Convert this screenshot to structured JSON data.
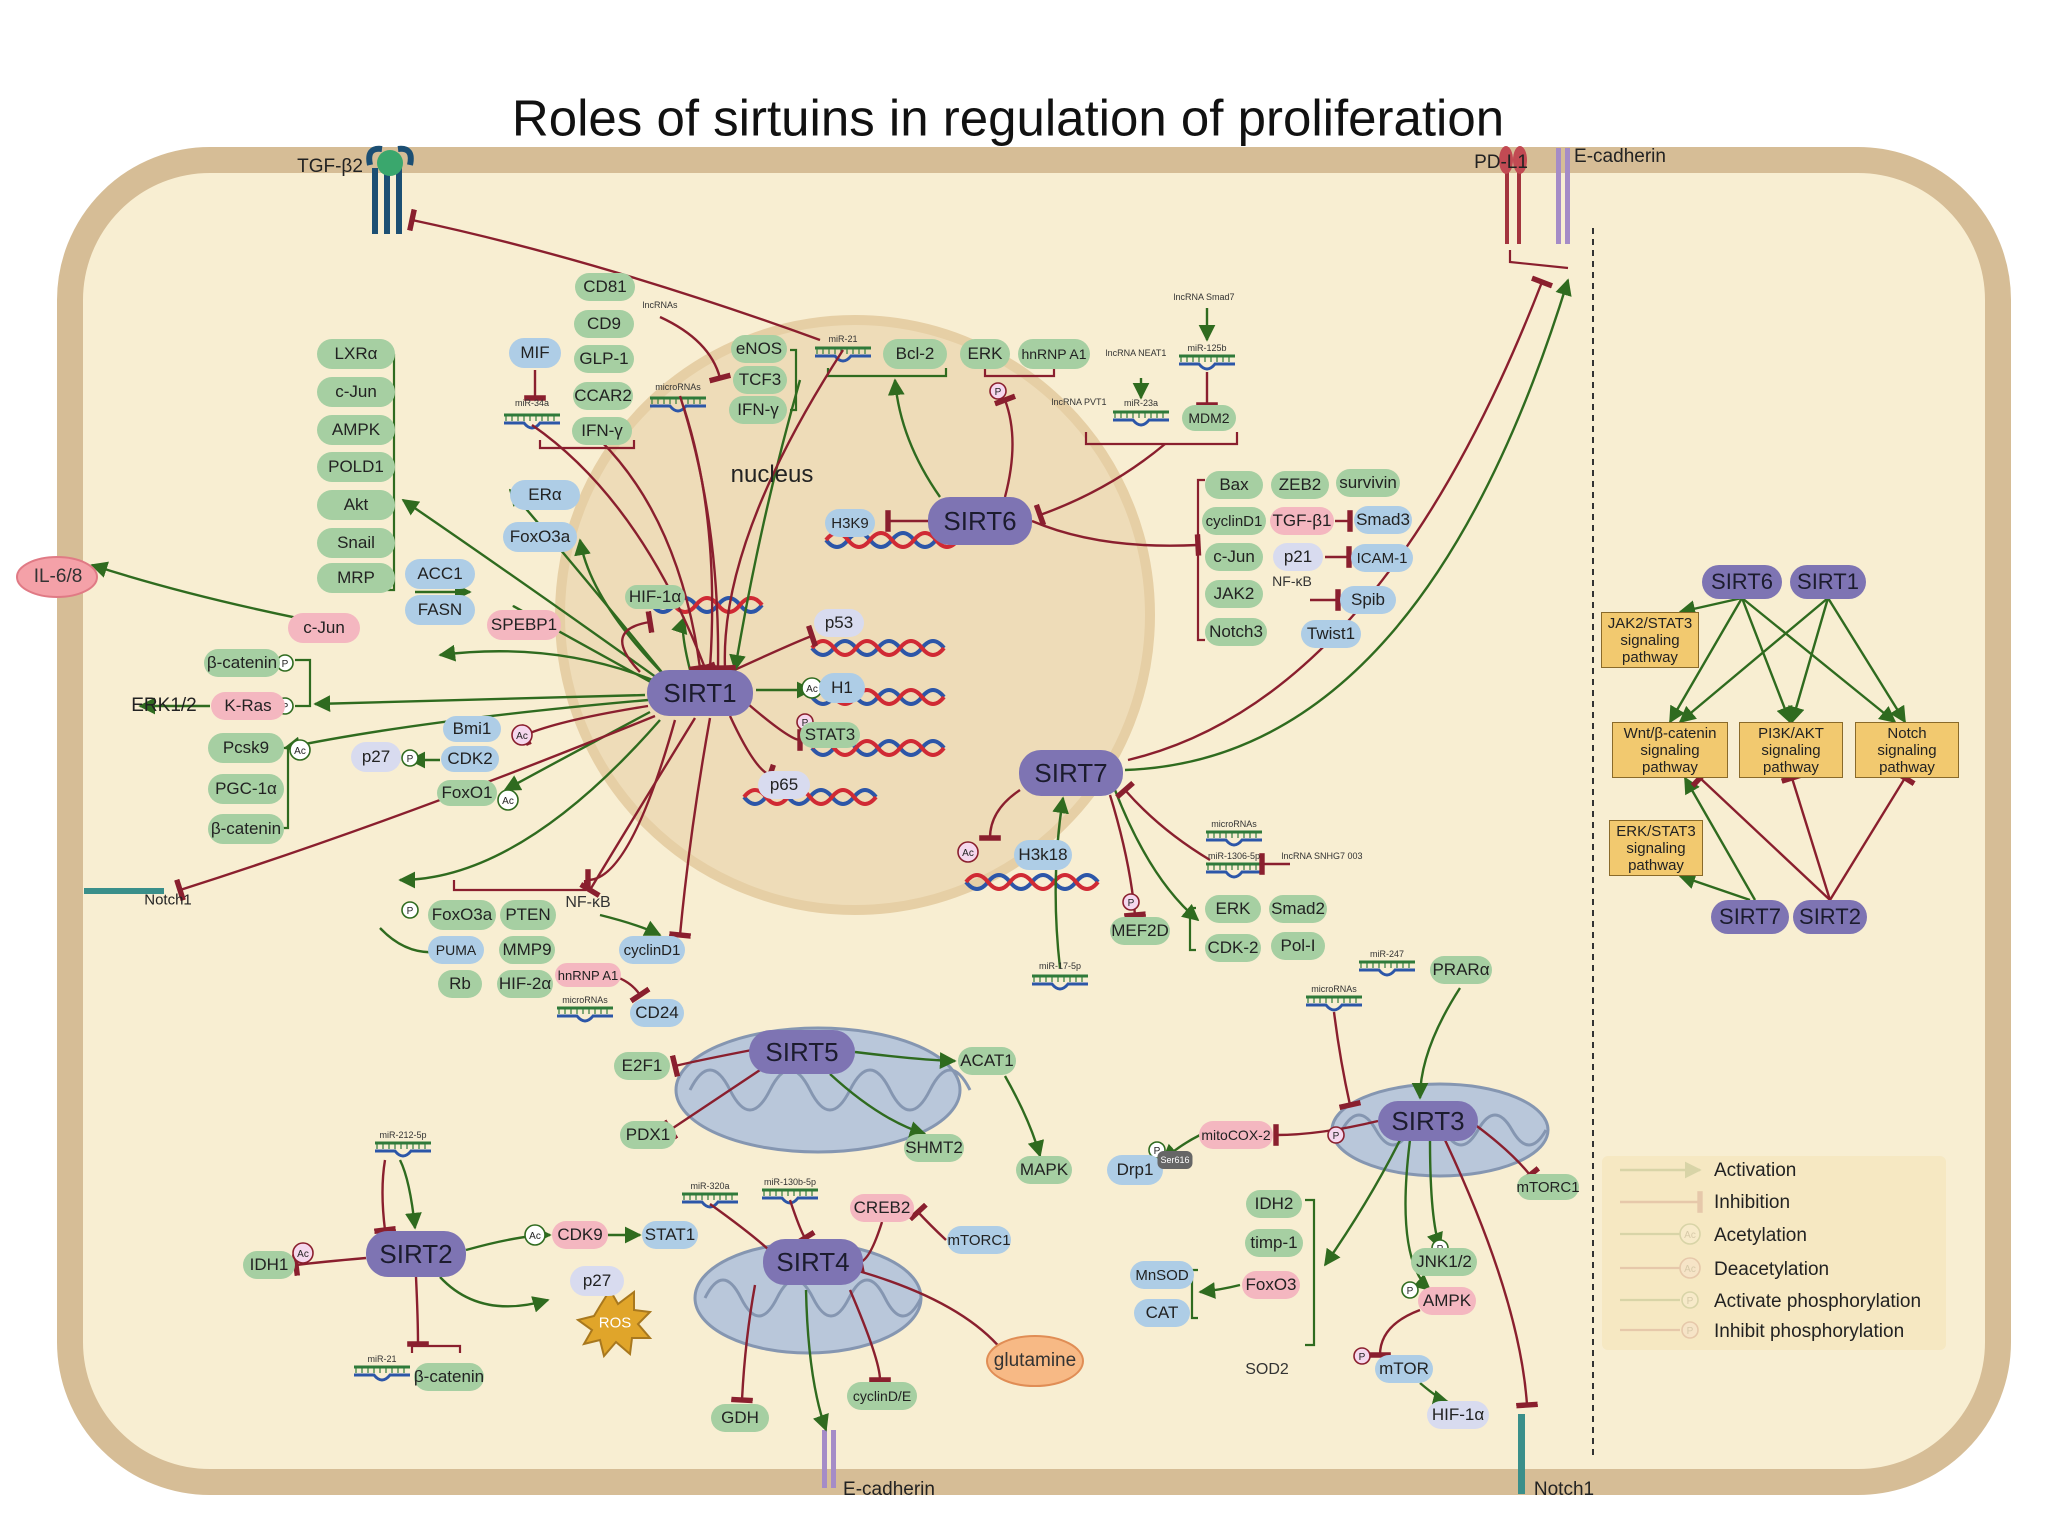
{
  "title": "Roles of sirtuins in regulation of proliferation",
  "compartments": {
    "nucleus": "nucleus"
  },
  "receptors": {
    "tgf": "TGF-β2",
    "pdl1": "PD-L1",
    "ecad_top": "E-cadherin",
    "ecad_bottom": "E-cadherin",
    "notch_left": "Notch1",
    "notch_bottom": "Notch1"
  },
  "sirtuins": {
    "sirt1": "SIRT1",
    "sirt2": "SIRT2",
    "sirt3": "SIRT3",
    "sirt4": "SIRT4",
    "sirt5": "SIRT5",
    "sirt6": "SIRT6",
    "sirt7": "SIRT7"
  },
  "sirt1_group": {
    "stack1": [
      "LXRα",
      "c-Jun",
      "AMPK",
      "POLD1",
      "Akt",
      "Snail",
      "MRP"
    ],
    "er": [
      "ERα",
      "FoxO3a"
    ],
    "acc": [
      "ACC1",
      "FASN"
    ],
    "spebp": "SPEBP1",
    "cjun": "c-Jun",
    "il": "IL-6/8",
    "bcat": "β-catenin",
    "kras": "K-Ras",
    "erk": "ERK1/2",
    "acstack": [
      "Pcsk9",
      "PGC-1α",
      "β-catenin"
    ],
    "bmi": "Bmi1",
    "cdk2": "CDK2",
    "p27": "p27",
    "foxo1": "FoxO1",
    "mif": "MIF",
    "mir34a": "miR-34a",
    "cd": [
      "CD81",
      "CD9",
      "GLP-1",
      "CCAR2",
      "IFN-γ"
    ],
    "lncrnas": "lncRNAs",
    "micrornas": "microRNAs",
    "enos": [
      "eNOS",
      "TCF3",
      "IFN-γ"
    ],
    "mir21": "miR-21",
    "hif": "HIF-1α",
    "p53": "p53",
    "h1": "H1",
    "stat3": "STAT3",
    "p65": "p65",
    "lower_green": [
      "FoxO3a",
      "PTEN",
      "PUMA",
      "MMP9",
      "Rb",
      "HIF-2α"
    ],
    "nfkb": "NF-κB",
    "cyclind1": "cyclinD1",
    "hnrnp": "hnRNP A1",
    "micrornas2": "microRNAs",
    "cd24": "CD24"
  },
  "sirt6_group": {
    "h3k9": "H3K9",
    "bcl2": "Bcl-2",
    "erk": "ERK",
    "hnrnp": "hnRNP A1",
    "lnc_smad7": "lncRNA Smad7",
    "mir125b": "miR-125b",
    "lnc_neat1": "lncRNA NEAT1",
    "mir23a": "miR-23a",
    "lnc_pvt1": "lncRNA PVT1",
    "mdm2": "MDM2",
    "col1": [
      "Bax",
      "cyclinD1",
      "c-Jun",
      "JAK2",
      "Notch3"
    ],
    "zeb2": "ZEB2",
    "survivin": "survivin",
    "tgfb1": "TGF-β1",
    "smad3": "Smad3",
    "p21": "p21",
    "icam": "ICAM-1",
    "nfkb": "NF-κB",
    "spib": "Spib",
    "twist": "Twist1"
  },
  "sirt7_group": {
    "h3k18": "H3k18",
    "mef2d": "MEF2D",
    "mir17": "miR-17-5p",
    "micrornas": "microRNAs",
    "mir1306": "miR-1306-5p",
    "lnc_snhg": "lncRNA SNHG7 003",
    "erk": "ERK",
    "smad2": "Smad2",
    "cdk2": "CDK-2",
    "pol": "Pol-I"
  },
  "sirt5_group": {
    "e2f1": "E2F1",
    "pdx1": "PDX1",
    "shmt2": "SHMT2",
    "acat1": "ACAT1",
    "mapk": "MAPK"
  },
  "sirt2_group": {
    "mir212": "miR-212-5p",
    "idh1": "IDH1",
    "cdk9": "CDK9",
    "stat1": "STAT1",
    "p27": "p27",
    "ros": "ROS",
    "mir21": "miR-21",
    "bcat": "β-catenin"
  },
  "sirt4_group": {
    "mir320": "miR-320a",
    "mir130": "miR-130b-5p",
    "creb2": "CREB2",
    "mtorc1": "mTORC1",
    "gdh": "GDH",
    "cyclinde": "cyclinD/E",
    "glutamine": "glutamine"
  },
  "sirt3_group": {
    "mir247": "miR-247",
    "prar": "PRARα",
    "micrornas": "microRNAs",
    "mitocox": "mitoCOX-2",
    "drp1": "Drp1",
    "ser616": "Ser616",
    "mtorc1": "mTORC1",
    "idh2": "IDH2",
    "timp": "timp-1",
    "mnsod": "MnSOD",
    "foxo3": "FoxO3",
    "cat": "CAT",
    "sod2": "SOD2",
    "jnk": "JNK1/2",
    "ampk": "AMPK",
    "mtor": "mTOR",
    "hif": "HIF-1α"
  },
  "pathway_panel": {
    "nodes": {
      "sirt6": "SIRT6",
      "sirt1": "SIRT1",
      "sirt7": "SIRT7",
      "sirt2": "SIRT2"
    },
    "boxes": {
      "jak": [
        "JAK2/STAT3",
        "signaling",
        "pathway"
      ],
      "wnt": [
        "Wnt/β-catenin",
        "signaling",
        "pathway"
      ],
      "pi3k": [
        "PI3K/AKT",
        "signaling",
        "pathway"
      ],
      "notch": [
        "Notch",
        "signaling",
        "pathway"
      ],
      "erk": [
        "ERK/STAT3",
        "signaling",
        "pathway"
      ]
    }
  },
  "legend": {
    "items": [
      "Activation",
      "Inhibition",
      "Acetylation",
      "Deacetylation",
      "Activate phosphorylation",
      "Inhibit  phosphorylation"
    ]
  },
  "modifications": {
    "ac": "Ac",
    "p": "P"
  },
  "colors": {
    "activation": "#2f6b1f",
    "inhibition": "#8a1f2e",
    "cell_fill": "#f8eed2",
    "membrane": "#d6bd96",
    "nucleus": "#eedcb8",
    "protein_green": "#a6cfa2",
    "protein_blue": "#aecde6",
    "protein_pink": "#f4b7c0",
    "sirtuin": "#7e74b3",
    "pathway_box": "#f2c96f"
  }
}
